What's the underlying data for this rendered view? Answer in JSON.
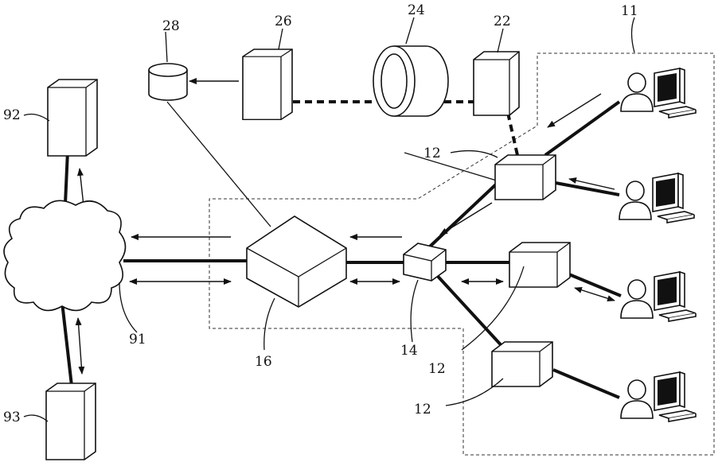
{
  "labels": {
    "l11": "11",
    "l12a": "12",
    "l12b": "12",
    "l12c": "12",
    "l14": "14",
    "l16": "16",
    "l22": "22",
    "l24": "24",
    "l26": "26",
    "l28": "28",
    "l91": "91",
    "l92": "92",
    "l93": "93"
  }
}
